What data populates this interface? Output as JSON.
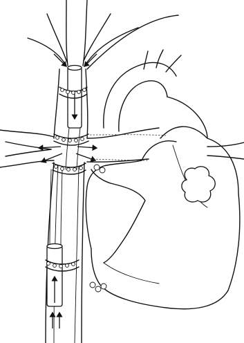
{
  "figure": {
    "structures": [
      "heart",
      "aorta",
      "superior-vena-cava",
      "inferior-vena-cava",
      "brachiocephalic-veins",
      "pulmonary-veins",
      "venous-cannula-upper",
      "venous-cannula-lower"
    ],
    "ink_color": "#111111",
    "background_color": "#ffffff"
  }
}
